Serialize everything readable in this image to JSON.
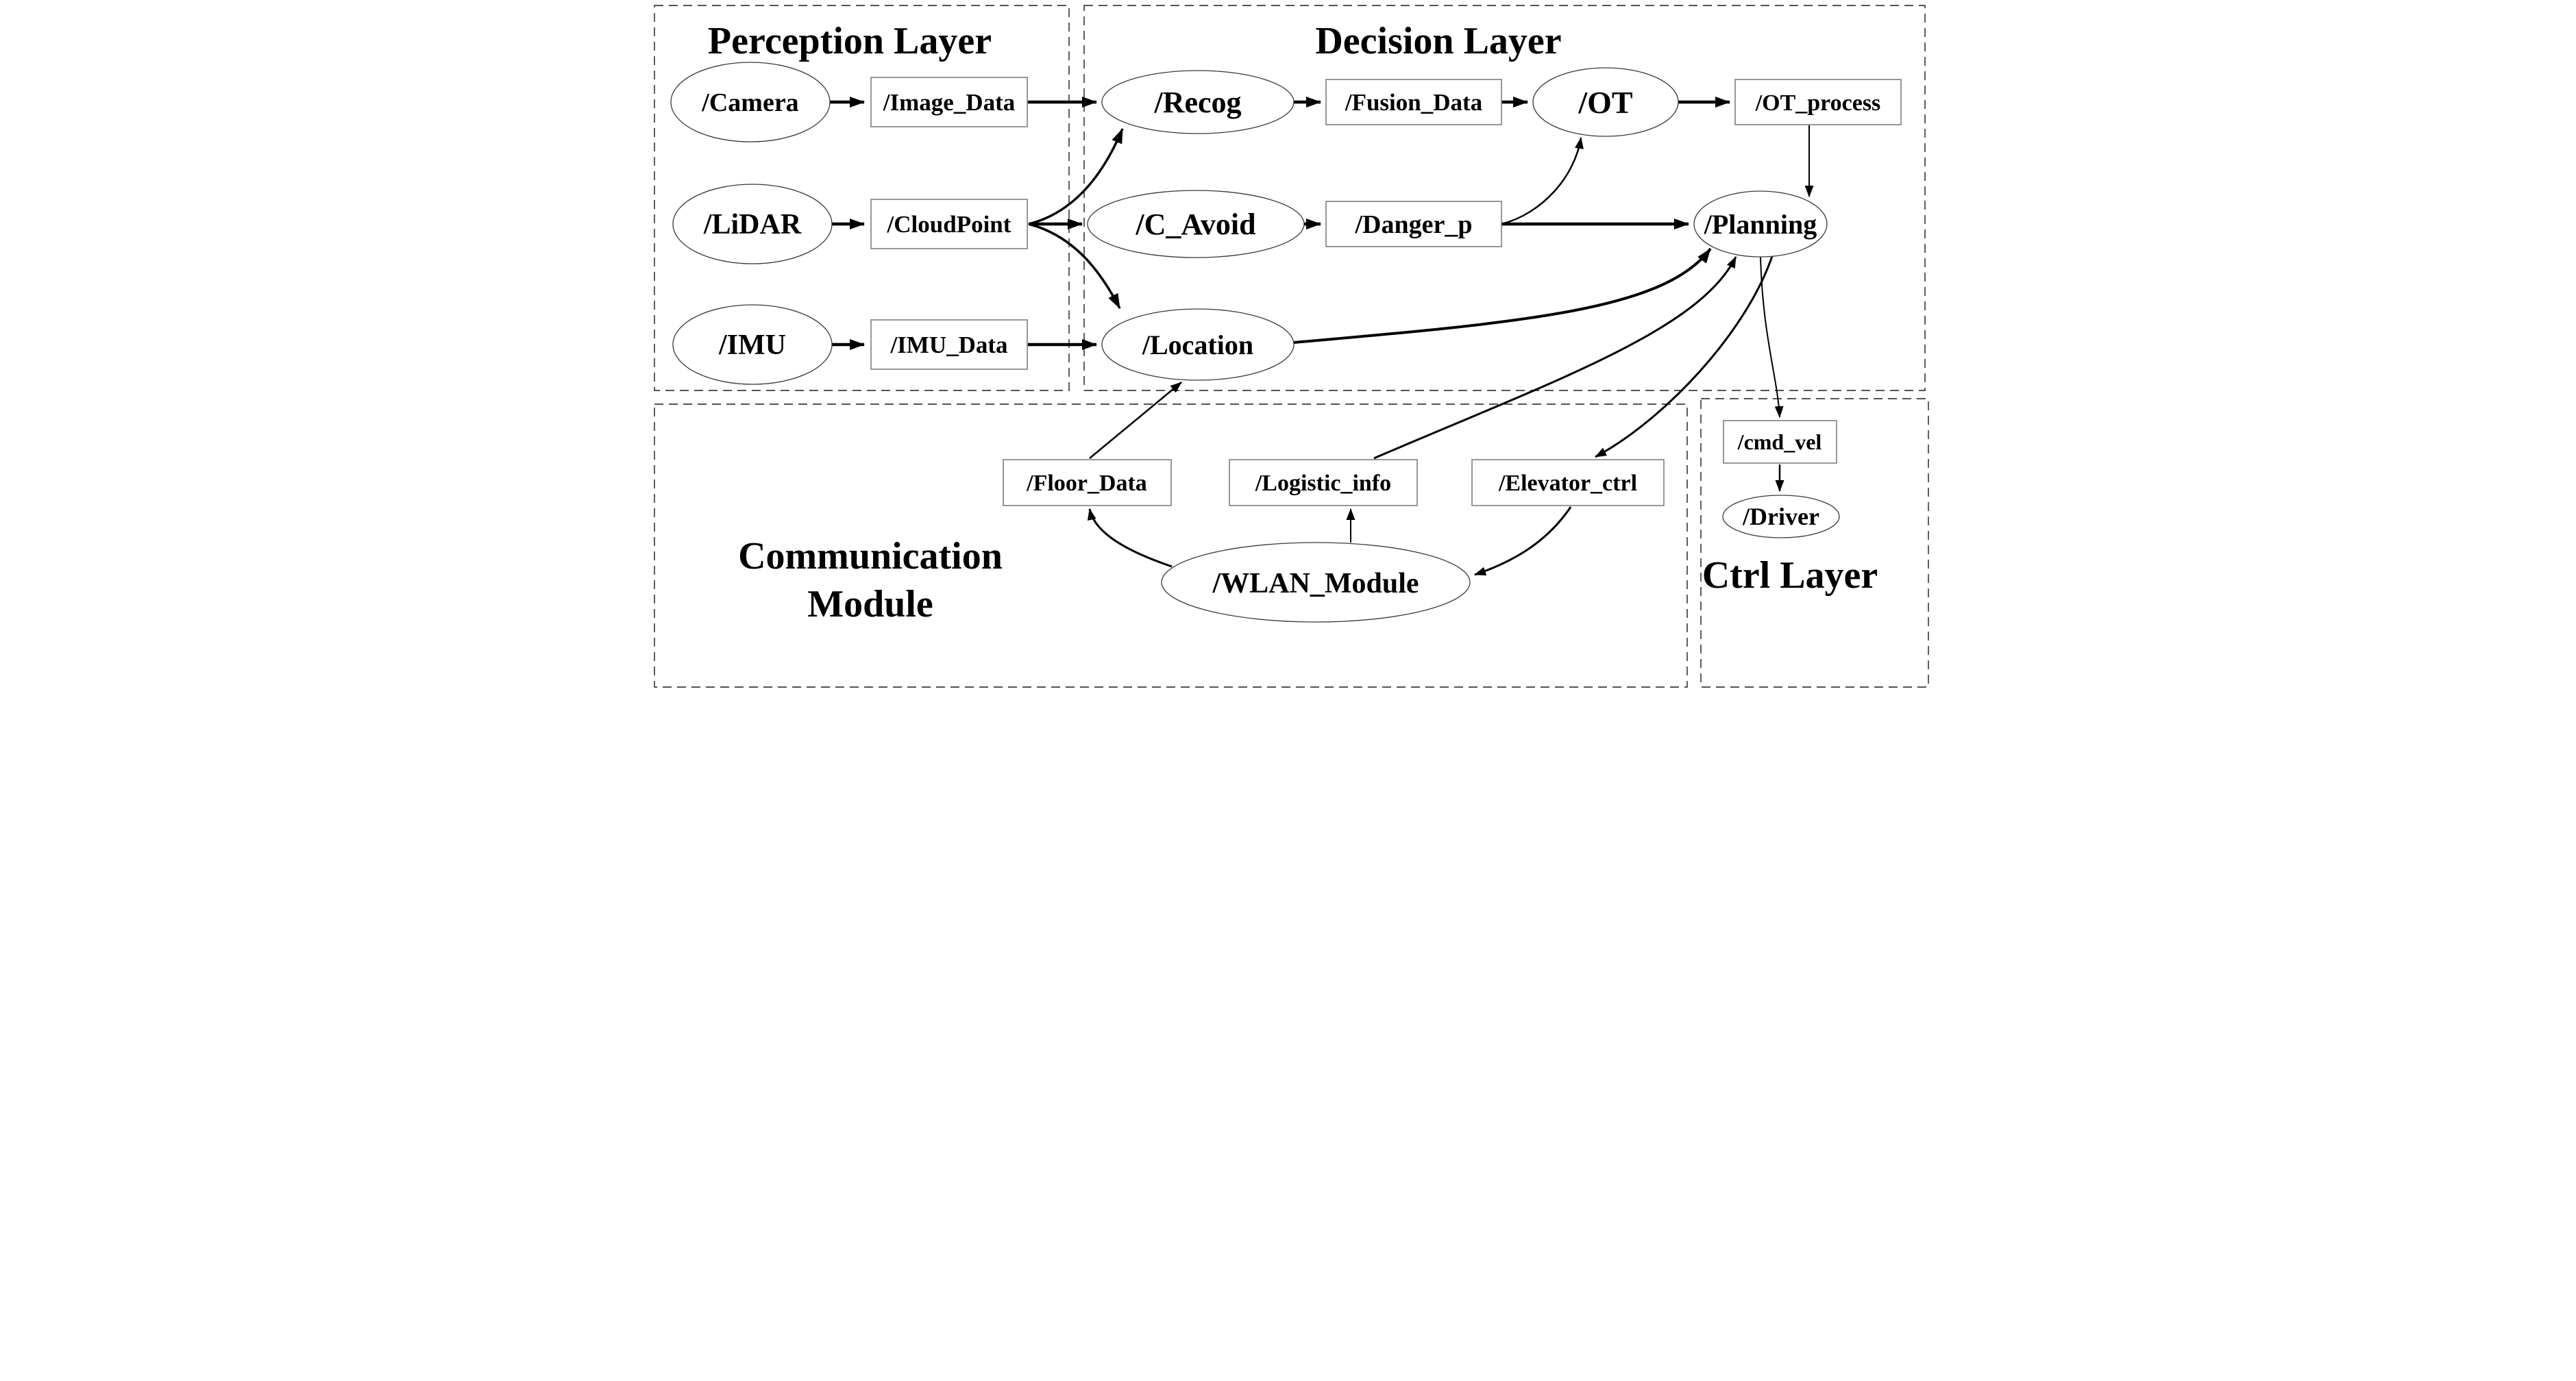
{
  "diagram_type": "ros-node-topic-architecture",
  "colors": {
    "background": "#ffffff",
    "line": "#000000",
    "node_fill": "#ffffff",
    "rect_border": "#7f7f7f",
    "ellipse_border": "#3a3a3a",
    "dashed_border": "#1a1a1a",
    "text": "#000000"
  },
  "layers": {
    "perception": {
      "title": "Perception Layer"
    },
    "decision": {
      "title": "Decision Layer"
    },
    "communication": {
      "title_line1": "Communication",
      "title_line2": "Module"
    },
    "ctrl": {
      "title": "Ctrl Layer"
    }
  },
  "nodes": {
    "camera": {
      "label": "/Camera",
      "shape": "ellipse",
      "layer": "perception"
    },
    "image_data": {
      "label": "/Image_Data",
      "shape": "rect",
      "layer": "perception"
    },
    "lidar": {
      "label": "/LiDAR",
      "shape": "ellipse",
      "layer": "perception"
    },
    "cloudpoint": {
      "label": "/CloudPoint",
      "shape": "rect",
      "layer": "perception"
    },
    "imu": {
      "label": "/IMU",
      "shape": "ellipse",
      "layer": "perception"
    },
    "imu_data": {
      "label": "/IMU_Data",
      "shape": "rect",
      "layer": "perception"
    },
    "recog": {
      "label": "/Recog",
      "shape": "ellipse",
      "layer": "decision"
    },
    "fusion_data": {
      "label": "/Fusion_Data",
      "shape": "rect",
      "layer": "decision"
    },
    "ot": {
      "label": "/OT",
      "shape": "ellipse",
      "layer": "decision"
    },
    "ot_process": {
      "label": "/OT_process",
      "shape": "rect",
      "layer": "decision"
    },
    "c_avoid": {
      "label": "/C_Avoid",
      "shape": "ellipse",
      "layer": "decision"
    },
    "danger_p": {
      "label": "/Danger_p",
      "shape": "rect",
      "layer": "decision"
    },
    "planning": {
      "label": "/Planning",
      "shape": "ellipse",
      "layer": "decision"
    },
    "location": {
      "label": "/Location",
      "shape": "ellipse",
      "layer": "decision"
    },
    "floor_data": {
      "label": "/Floor_Data",
      "shape": "rect",
      "layer": "communication"
    },
    "logistic_info": {
      "label": "/Logistic_info",
      "shape": "rect",
      "layer": "communication"
    },
    "elevator_ctrl": {
      "label": "/Elevator_ctrl",
      "shape": "rect",
      "layer": "communication"
    },
    "wlan_module": {
      "label": "/WLAN_Module",
      "shape": "ellipse",
      "layer": "communication"
    },
    "cmd_vel": {
      "label": "/cmd_vel",
      "shape": "rect",
      "layer": "ctrl"
    },
    "driver": {
      "label": "/Driver",
      "shape": "ellipse",
      "layer": "ctrl"
    }
  },
  "edges": [
    {
      "from": "camera",
      "to": "image_data"
    },
    {
      "from": "image_data",
      "to": "recog"
    },
    {
      "from": "recog",
      "to": "fusion_data"
    },
    {
      "from": "fusion_data",
      "to": "ot"
    },
    {
      "from": "ot",
      "to": "ot_process"
    },
    {
      "from": "ot_process",
      "to": "planning"
    },
    {
      "from": "lidar",
      "to": "cloudpoint"
    },
    {
      "from": "cloudpoint",
      "to": "recog"
    },
    {
      "from": "cloudpoint",
      "to": "c_avoid"
    },
    {
      "from": "cloudpoint",
      "to": "location"
    },
    {
      "from": "c_avoid",
      "to": "danger_p"
    },
    {
      "from": "danger_p",
      "to": "ot"
    },
    {
      "from": "danger_p",
      "to": "planning"
    },
    {
      "from": "imu",
      "to": "imu_data"
    },
    {
      "from": "imu_data",
      "to": "location"
    },
    {
      "from": "location",
      "to": "planning"
    },
    {
      "from": "logistic_info",
      "to": "planning"
    },
    {
      "from": "planning",
      "to": "elevator_ctrl"
    },
    {
      "from": "planning",
      "to": "cmd_vel"
    },
    {
      "from": "cmd_vel",
      "to": "driver"
    },
    {
      "from": "wlan_module",
      "to": "floor_data"
    },
    {
      "from": "wlan_module",
      "to": "logistic_info"
    },
    {
      "from": "elevator_ctrl",
      "to": "wlan_module"
    },
    {
      "from": "floor_data",
      "to": "location"
    }
  ]
}
